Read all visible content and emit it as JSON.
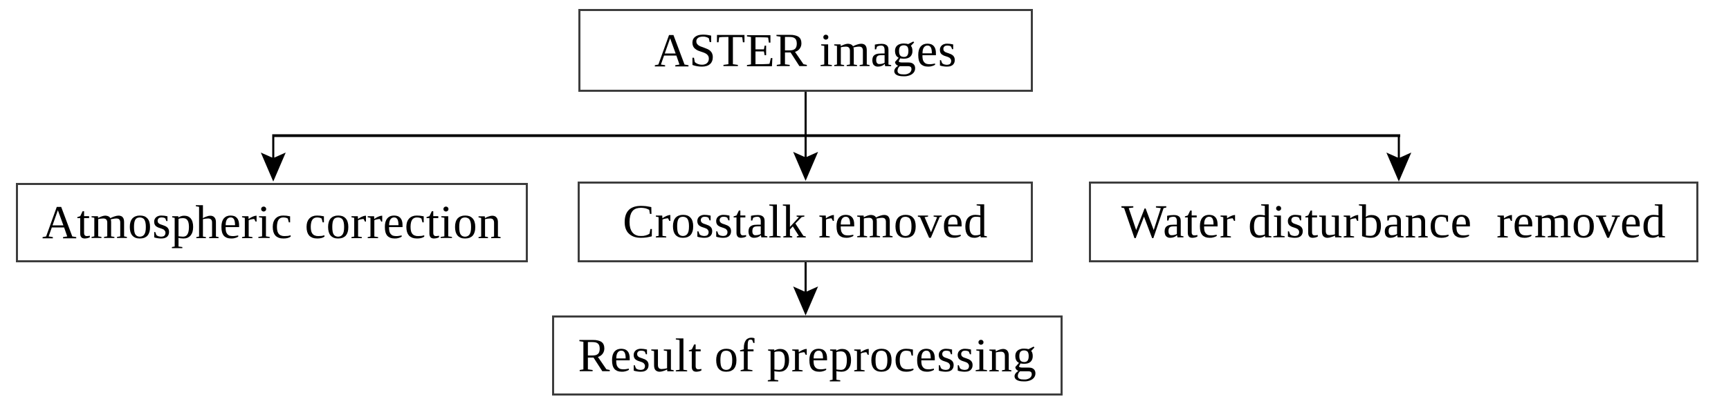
{
  "diagram": {
    "background_color": "#ffffff",
    "box_border_color": "#3d3d3d",
    "line_color": "#000000",
    "text_color": "#000000",
    "nodes": [
      {
        "id": "aster-images",
        "label": "ASTER images"
      },
      {
        "id": "atmospheric-correction",
        "label": "Atmospheric correction"
      },
      {
        "id": "crosstalk-removed",
        "label": "Crosstalk removed"
      },
      {
        "id": "water-disturbance-removed",
        "label": "Water disturbance  removed"
      },
      {
        "id": "result-of-preprocessing",
        "label": "Result of preprocessing"
      }
    ],
    "edges": [
      {
        "from": "aster-images",
        "to": "atmospheric-correction"
      },
      {
        "from": "aster-images",
        "to": "crosstalk-removed"
      },
      {
        "from": "aster-images",
        "to": "water-disturbance-removed"
      },
      {
        "from": "crosstalk-removed",
        "to": "result-of-preprocessing"
      }
    ]
  }
}
